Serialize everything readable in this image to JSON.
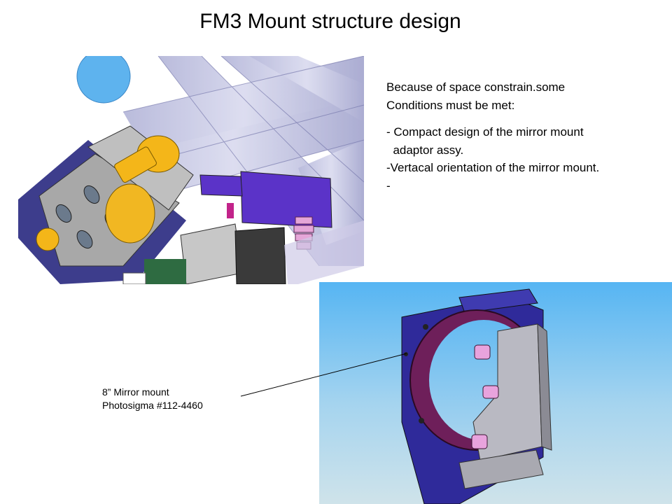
{
  "slide": {
    "title": "FM3 Mount structure design"
  },
  "notes": {
    "lines": [
      "Because of space constrain.some",
      "Conditions must be met:",
      "",
      "- Compact design of the mirror mount",
      "  adaptor assy.",
      "-Vertacal orientation of the mirror mount.",
      "-"
    ]
  },
  "callout": {
    "line1": "8” Mirror mount",
    "line2": "Photosigma #112-4460"
  },
  "images": {
    "top": "mount-assembly-cad-render",
    "bottom": "mirror-mount-cad-render"
  }
}
